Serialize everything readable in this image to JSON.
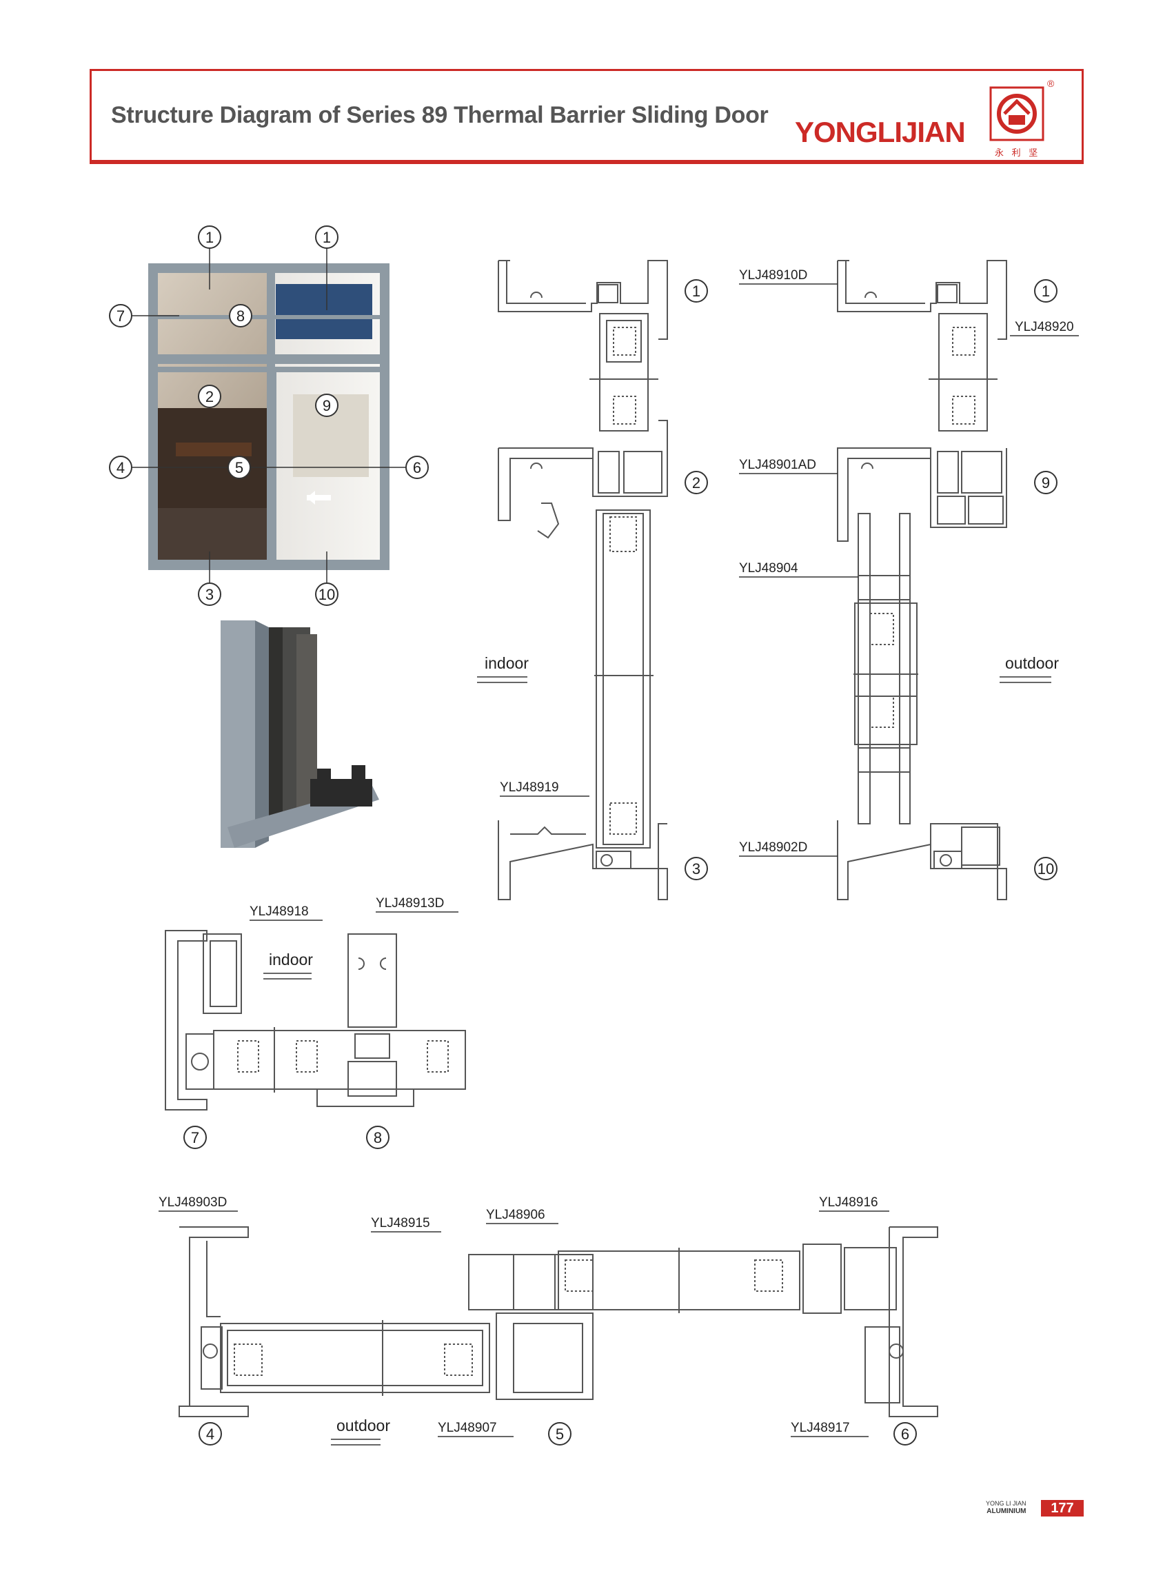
{
  "header": {
    "title": "Structure Diagram of Series 89 Thermal Barrier Sliding Door",
    "brand": "YONGLIJIAN",
    "brand_cn": "永 利 坚",
    "registered": "®"
  },
  "photo_callouts": [
    "1",
    "1",
    "7",
    "8",
    "2",
    "9",
    "4",
    "5",
    "6",
    "3",
    "10"
  ],
  "labels": {
    "indoor": "indoor",
    "outdoor": "outdoor"
  },
  "part_codes": {
    "top_right_frame": "YLJ48910D",
    "top_right_sash": "YLJ48920",
    "mid_right": "YLJ48901AD",
    "interlock": "YLJ48904",
    "bottom_left": "YLJ48919",
    "bottom_right": "YLJ48902D",
    "h_left_frame": "YLJ48918",
    "h_mullion": "YLJ48913D",
    "b_left": "YLJ48903D",
    "b_sash": "YLJ48915",
    "b_interlock": "YLJ48906",
    "b_right": "YLJ48916",
    "b_bottom_mid": "YLJ48907",
    "b_bottom_right": "YLJ48917"
  },
  "section_numbers": {
    "v1_top": "1",
    "v1_mid": "2",
    "v1_bot": "3",
    "v2_top": "1",
    "v2_mid": "9",
    "v2_bot": "10",
    "h1_left": "7",
    "h1_right": "8",
    "h2_left": "4",
    "h2_mid": "5",
    "h2_right": "6"
  },
  "footer": {
    "line1": "YONG LI JIAN",
    "line2": "ALUMINIUM",
    "page": "177"
  }
}
